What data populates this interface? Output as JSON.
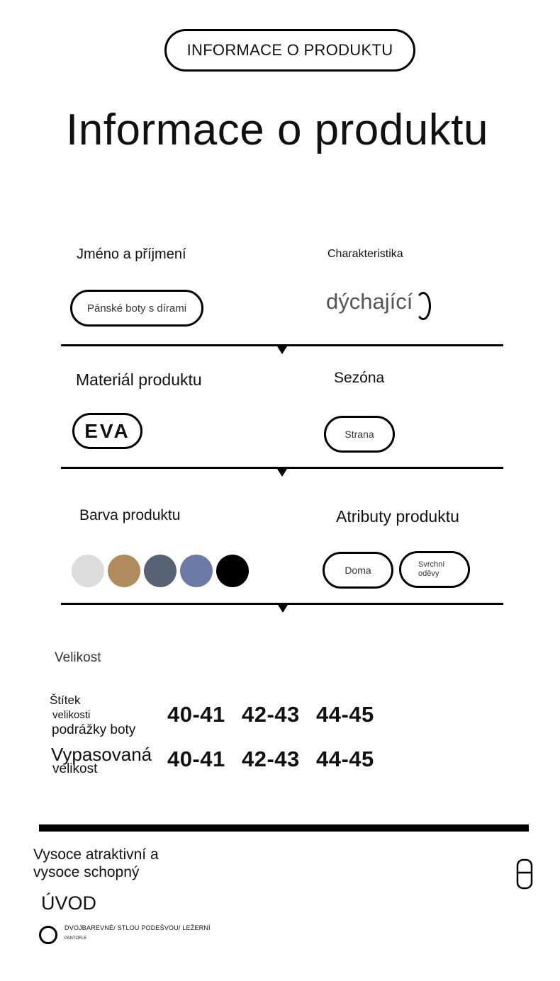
{
  "header": {
    "badge": "INFORMACE O PRODUKTU",
    "title": "Informace o produktu"
  },
  "rows": {
    "name_label": "Jméno a příjmení",
    "name_value": "Pánské boty s dírami",
    "feature_label": "Charakteristika",
    "feature_value": "dýchající",
    "material_label": "Materiál produktu",
    "material_value": "EVA",
    "season_label": "Sezóna",
    "season_value": "Strana",
    "color_label": "Barva produktu",
    "colors": [
      "#dcdcdc",
      "#b08b5e",
      "#566273",
      "#6b7aa6",
      "#000000"
    ],
    "attr_label": "Atributy produktu",
    "attr_values": [
      "Doma",
      "Svrchní oděvy"
    ]
  },
  "size": {
    "title": "Velikost",
    "row1_label_line1": "Štítek",
    "row1_label_line2": "velikosti",
    "row1_label_line3": "podrážky boty",
    "row2_label_line1": "Vypasovaná",
    "row2_label_line2": "velikost",
    "values": [
      "40-41",
      "42-43",
      "44-45"
    ]
  },
  "footer": {
    "tagline_line1": "Vysoce atraktivní a",
    "tagline_line2": "vysoce schopný",
    "intro_title": "ÚVOD",
    "subtitle": "DVOJBAREVNÉ/ STLOU PODEŠVOU/ LEŽERNÍ",
    "subtitle_small": "PANTOFLE",
    "icons": [
      "circle-icon",
      "slipper-icon"
    ]
  }
}
